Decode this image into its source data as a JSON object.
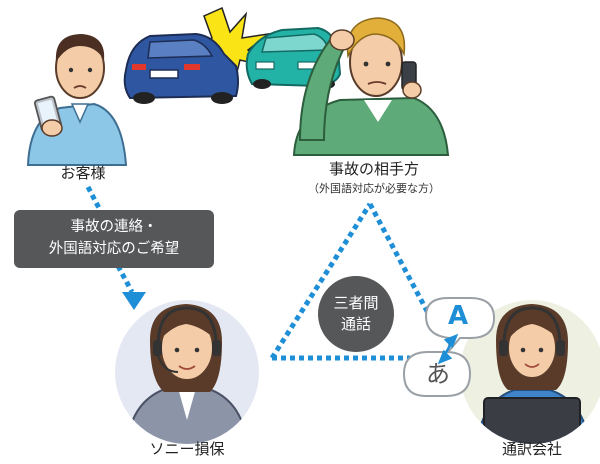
{
  "labels": {
    "customer": "お客様",
    "other_party": "事故の相手方",
    "other_party_note": "（外国語対応が必要な方）",
    "sony": "ソニー損保",
    "interpreter": "通訳会社"
  },
  "callouts": {
    "request_line1": "事故の連絡・",
    "request_line2": "外国語対応のご希望",
    "three_way_line1": "三者間",
    "three_way_line2": "通話"
  },
  "translation": {
    "latin": "A",
    "kana": "あ"
  },
  "colors": {
    "accent_blue": "#1e8fd6",
    "callout_gray": "#555759",
    "circle_bg": "#e4e8f3",
    "interpreter_bg": "#eef1e2"
  }
}
